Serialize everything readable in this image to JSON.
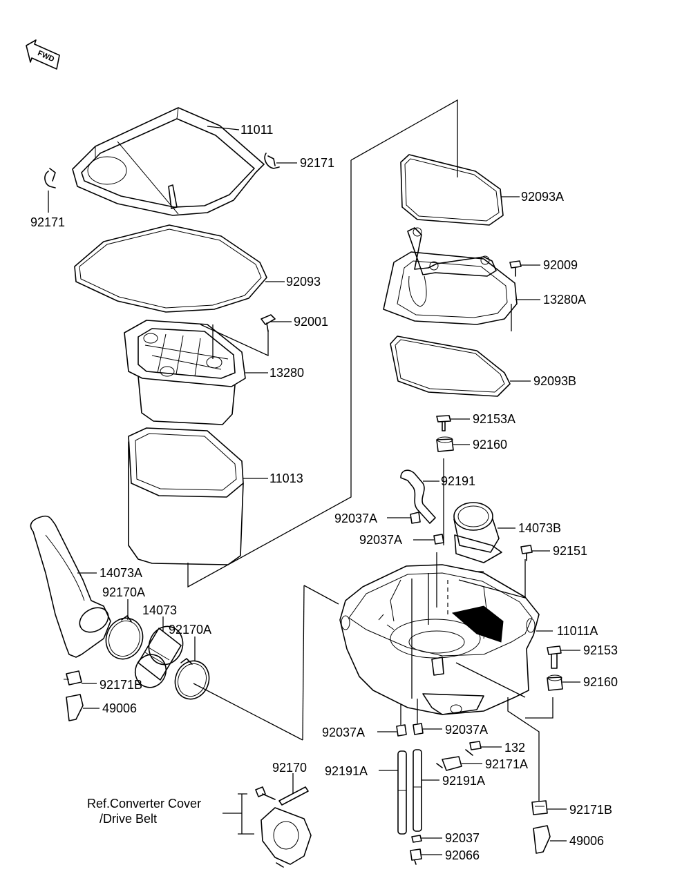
{
  "diagram": {
    "fwd_mark": "FWD",
    "reference_note": {
      "line1": "Ref.Converter Cover",
      "line2": "/Drive Belt"
    },
    "parts": [
      {
        "id": "p01",
        "number": "11011"
      },
      {
        "id": "p02",
        "number": "92171"
      },
      {
        "id": "p03",
        "number": "92171"
      },
      {
        "id": "p04",
        "number": "92093"
      },
      {
        "id": "p05",
        "number": "92001"
      },
      {
        "id": "p06",
        "number": "13280"
      },
      {
        "id": "p07",
        "number": "11013"
      },
      {
        "id": "p08",
        "number": "14073A"
      },
      {
        "id": "p09",
        "number": "92170A"
      },
      {
        "id": "p10",
        "number": "14073"
      },
      {
        "id": "p11",
        "number": "92170A"
      },
      {
        "id": "p12",
        "number": "92171B"
      },
      {
        "id": "p13",
        "number": "49006"
      },
      {
        "id": "p14",
        "number": "92093A"
      },
      {
        "id": "p15",
        "number": "92009"
      },
      {
        "id": "p16",
        "number": "13280A"
      },
      {
        "id": "p17",
        "number": "92093B"
      },
      {
        "id": "p18",
        "number": "92153A"
      },
      {
        "id": "p19",
        "number": "92160"
      },
      {
        "id": "p20",
        "number": "92191"
      },
      {
        "id": "p21",
        "number": "92037A"
      },
      {
        "id": "p22",
        "number": "92037A"
      },
      {
        "id": "p23",
        "number": "14073B"
      },
      {
        "id": "p24",
        "number": "92151"
      },
      {
        "id": "p25",
        "number": "11011A"
      },
      {
        "id": "p26",
        "number": "92153"
      },
      {
        "id": "p27",
        "number": "92160"
      },
      {
        "id": "p28",
        "number": "92037A"
      },
      {
        "id": "p29",
        "number": "92037A"
      },
      {
        "id": "p30",
        "number": "132"
      },
      {
        "id": "p31",
        "number": "92171A"
      },
      {
        "id": "p32",
        "number": "92191A"
      },
      {
        "id": "p33",
        "number": "92191A"
      },
      {
        "id": "p34",
        "number": "92171B"
      },
      {
        "id": "p35",
        "number": "92037"
      },
      {
        "id": "p36",
        "number": "92066"
      },
      {
        "id": "p37",
        "number": "49006"
      },
      {
        "id": "p38",
        "number": "92170"
      }
    ]
  }
}
